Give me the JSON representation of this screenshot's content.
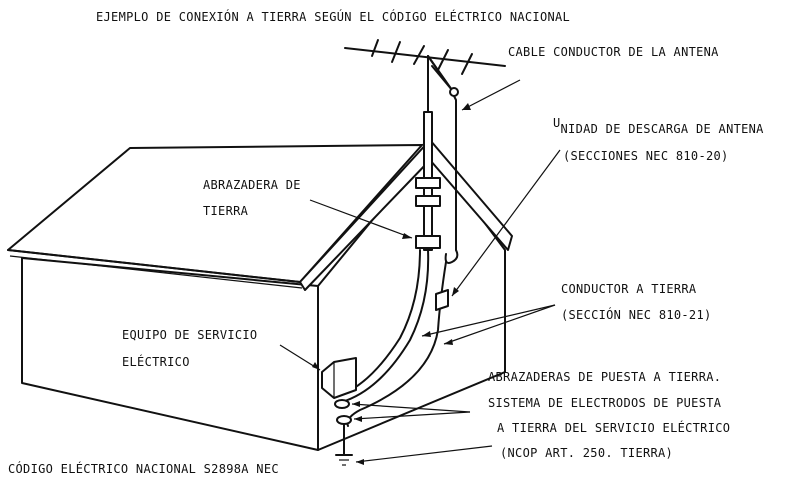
{
  "title": "EJEMPLO DE CONEXIÓN A TIERRA SEGÚN EL CÓDIGO ELÉCTRICO NACIONAL",
  "labels": {
    "antenna_lead": "CABLE CONDUCTOR DE LA ANTENA",
    "discharge_unit_first": "U",
    "discharge_unit_rest": "NIDAD DE DESCARGA DE ANTENA",
    "discharge_unit_sections": "(SECCIONES NEC 810-20)",
    "ground_clamp_1": "ABRAZADERA DE",
    "ground_clamp_2": "TIERRA",
    "ground_conductor_1": "CONDUCTOR A TIERRA",
    "ground_conductor_2": "(SECCIÓN NEC 810-21)",
    "service_equipment_1": "EQUIPO DE SERVICIO",
    "service_equipment_2": "ELÉCTRICO",
    "electrode_1": "ABRAZADERAS DE PUESTA A TIERRA.",
    "electrode_2": "SISTEMA DE ELECTRODOS DE PUESTA",
    "electrode_3": "A TIERRA DEL SERVICIO ELÉCTRICO",
    "electrode_4": "(NCOP ART. 250. TIERRA)",
    "footer": "CÓDIGO ELÉCTRICO NACIONAL S2898A NEC"
  }
}
